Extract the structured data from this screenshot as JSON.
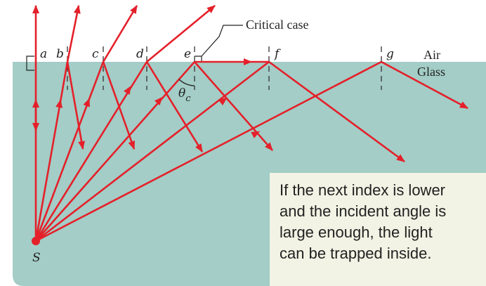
{
  "diagram": {
    "ray_labels": [
      "a",
      "b",
      "c",
      "d",
      "e",
      "f",
      "g"
    ],
    "source_label": "S",
    "critical_label": "Critical case",
    "angle_label_main": "θ",
    "angle_label_sub": "c",
    "medium_top": "Air",
    "medium_bottom": "Glass"
  },
  "note": {
    "lines": [
      "If the next index is lower",
      "and the incident angle is",
      "large enough, the light",
      "can be trapped inside."
    ]
  },
  "colors": {
    "glass": "#a3cdc6",
    "ray": "#e4202a",
    "note_bg": "#f2f3e4",
    "text": "#222222"
  }
}
